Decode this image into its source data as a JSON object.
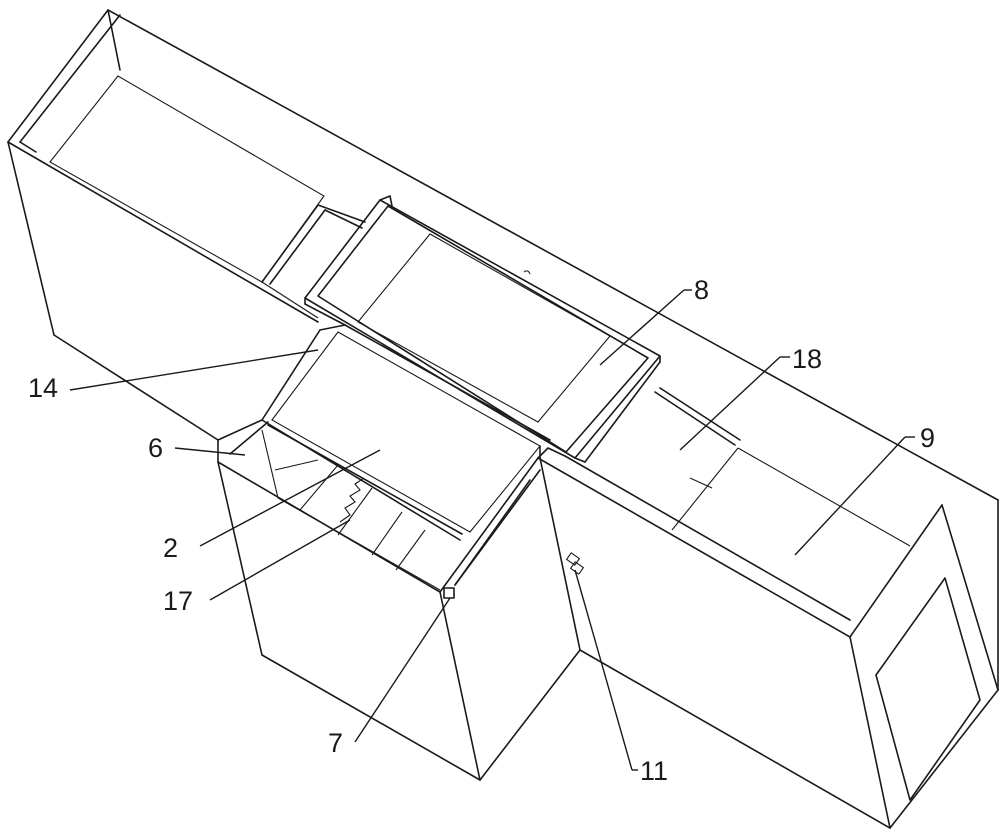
{
  "labels": {
    "l2": "2",
    "l6": "6",
    "l7": "7",
    "l8": "8",
    "l9": "9",
    "l11": "11",
    "l14": "14",
    "l17": "17",
    "l18": "18"
  }
}
